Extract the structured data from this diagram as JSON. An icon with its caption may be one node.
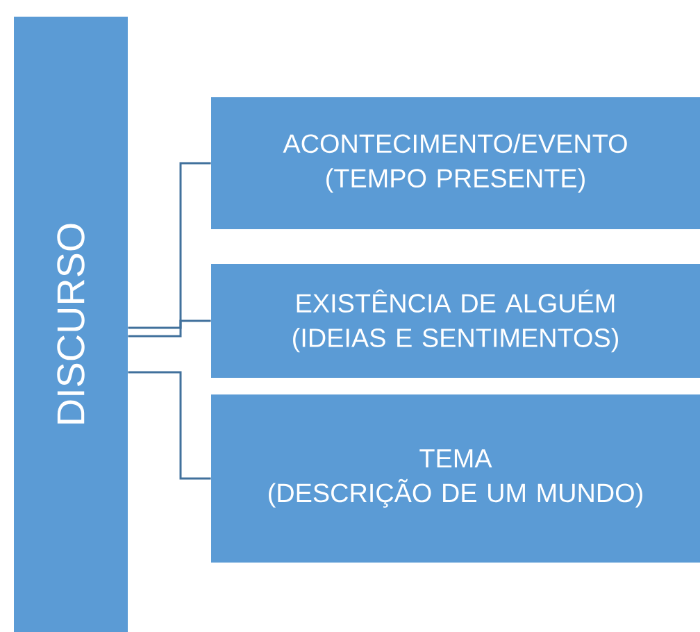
{
  "diagram": {
    "nodes": [
      {
        "text": [
          "DISCURSO"
        ]
      },
      {
        "text": [
          "ACONTECIMENTO/EVENTO",
          "(TEMPO PRESENTE)"
        ]
      },
      {
        "text": [
          "EXISTÊNCIA DE ALGUÉM",
          "(IDEIAS E SENTIMENTOS)"
        ]
      },
      {
        "text": [
          "TEMA",
          "(DESCRIÇÃO DE UM MUNDO)"
        ]
      }
    ],
    "edges": [
      {
        "from": 0,
        "to": 1,
        "arrow": "none"
      },
      {
        "from": 0,
        "to": 2,
        "arrow": "none"
      },
      {
        "from": 0,
        "to": 3,
        "arrow": "none"
      }
    ]
  }
}
